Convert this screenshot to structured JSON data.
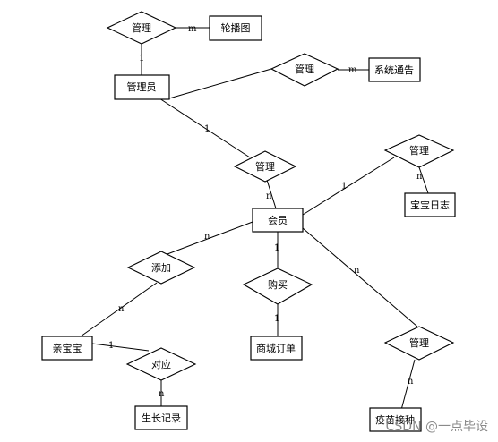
{
  "entities": {
    "carousel": "轮播图",
    "admin": "管理员",
    "notice": "系统通告",
    "baby_log": "宝宝日志",
    "member": "会员",
    "baby": "亲宝宝",
    "order": "商城订单",
    "growth": "生长记录",
    "vaccine": "疫苗接种"
  },
  "relationships": {
    "r_carousel": "管理",
    "r_notice": "管理",
    "r_member": "管理",
    "r_log": "管理",
    "r_add": "添加",
    "r_buy": "购买",
    "r_match": "对应",
    "r_vaccine": "管理"
  },
  "cardinalities": {
    "carousel_m": "m",
    "carousel_1": "1",
    "notice_m": "m",
    "admin_member_1": "1",
    "admin_member_n": "n",
    "log_1": "1",
    "log_n": "n",
    "add_n_member": "n",
    "add_n_baby": "n",
    "buy_1_member": "1",
    "buy_1_order": "1",
    "match_1": "1",
    "match_n": "n",
    "vaccine_n_member": "n",
    "vaccine_n": "n"
  },
  "watermark": "CSDN @一点毕设"
}
